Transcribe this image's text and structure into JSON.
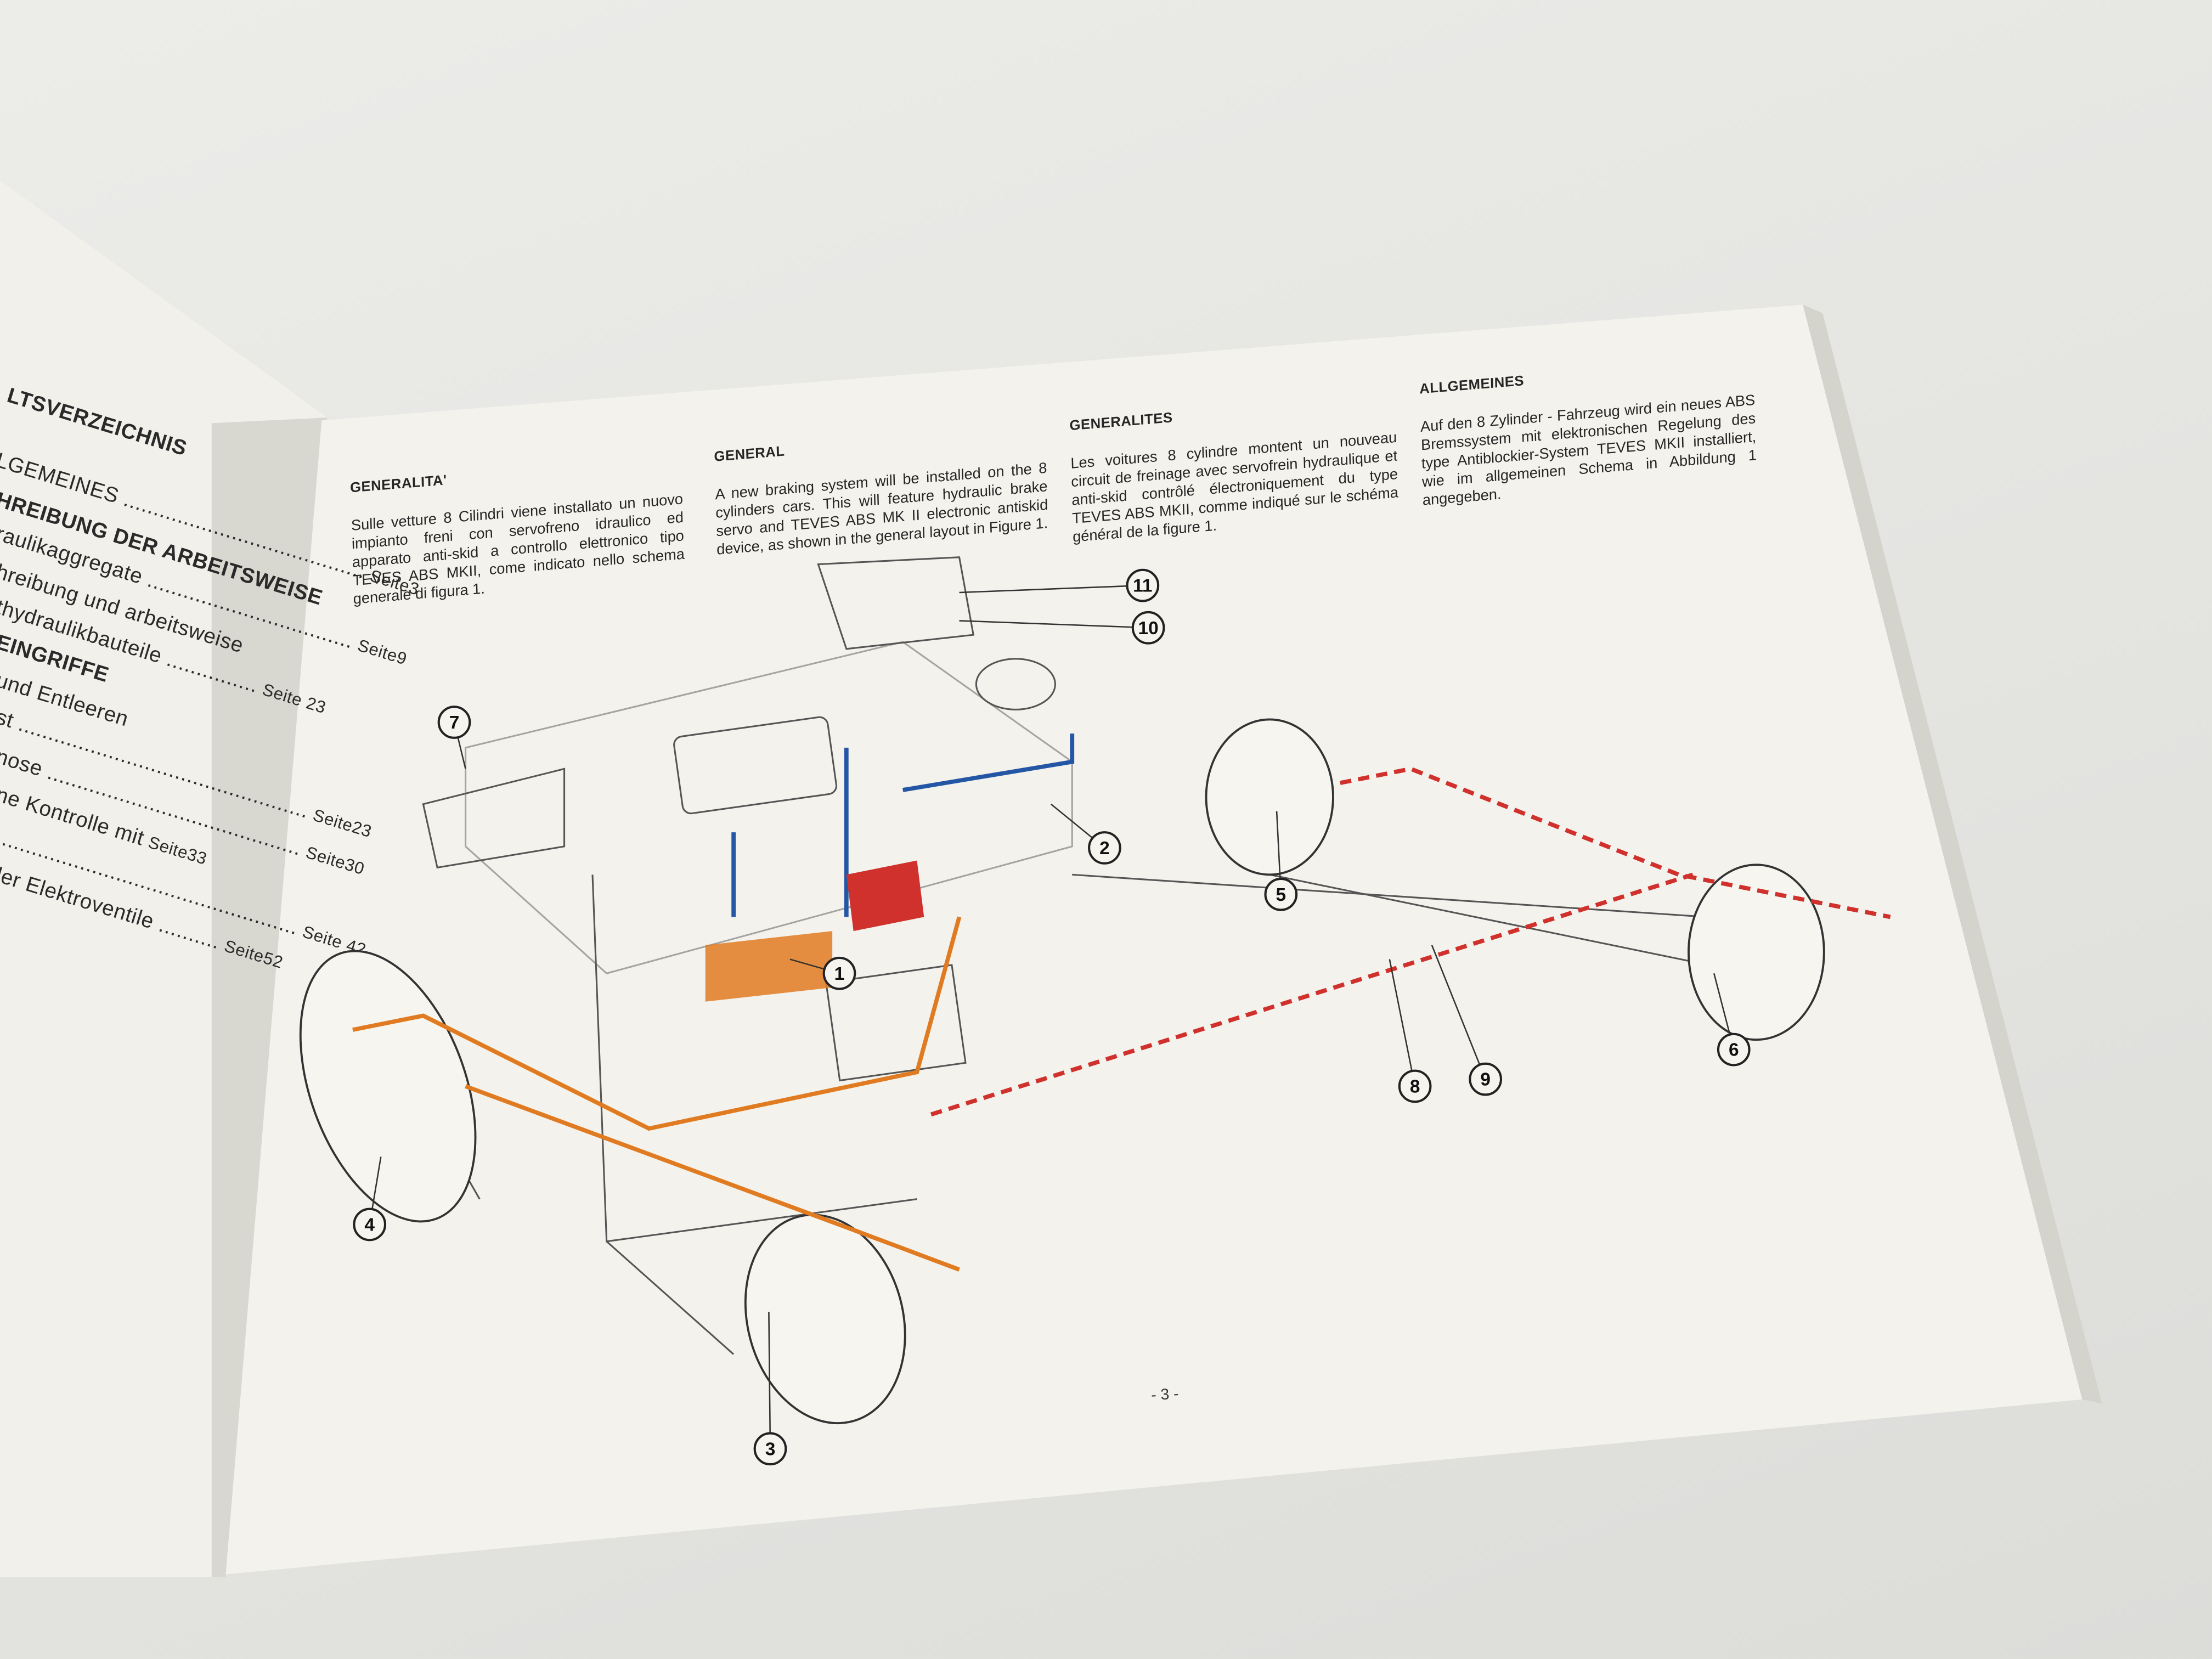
{
  "left_page": {
    "toc_title": "LTSVERZEICHNIS",
    "entries": [
      {
        "text": "LGEMEINES ........................................",
        "page": "Seite3",
        "bold": false
      },
      {
        "text": "HREIBUNG DER ARBEITSWEISE",
        "page": "",
        "bold": true
      },
      {
        "text": "raulikaggregate ..................................",
        "page": "Seite9",
        "bold": false
      },
      {
        "text": "hreibung und arbeitsweise",
        "page": "",
        "bold": false
      },
      {
        "text": "thydraulikbauteile ...............",
        "page": "Seite 23",
        "bold": false
      },
      {
        "text": "EINGRIFFE",
        "page": "",
        "bold": true
      },
      {
        "text": "und Entleeren",
        "page": "",
        "bold": false
      },
      {
        "text": "st ................................................",
        "page": "Seite23",
        "bold": false
      },
      {
        "text": "nose ..........................................",
        "page": "Seite30",
        "bold": false
      },
      {
        "text": "ne Kontrolle mit",
        "page": "Seite33",
        "bold": false
      },
      {
        "text": "..................................................",
        "page": "Seite 42",
        "bold": false
      },
      {
        "text": "ler Elektroventile ..........",
        "page": "Seite52",
        "bold": false
      }
    ]
  },
  "right_page": {
    "columns": [
      {
        "heading": "GENERALITA'",
        "body": "Sulle vetture 8 Cilindri viene installato un nuovo impianto freni con servofreno idraulico ed apparato anti-skid a controllo elettronico tipo TEVES ABS MKII, come indicato nello schema generale di figura 1."
      },
      {
        "heading": "GENERAL",
        "body": "A new braking system will be installed on the 8 cylinders cars. This will feature hydraulic brake servo and TEVES ABS MK II electronic antiskid device, as shown in the general layout in Figure 1."
      },
      {
        "heading": "GENERALITES",
        "body": "Les voitures 8 cylindre montent un nouveau circuit de freinage avec servofrein hydraulique et anti-skid contrôlé électroniquement du type TEVES ABS MKII, comme indiqué sur le schéma général de la figure 1."
      },
      {
        "heading": "ALLGEMEINES",
        "body": "Auf den 8 Zylinder - Fahrzeug wird ein neues ABS Bremssystem mit elektronischen Regelung des type Antiblockier-System TEVES MKII installiert, wie im allgemeinen Schema in Abbildung 1 angegeben."
      }
    ],
    "diagram": {
      "callouts": [
        "1",
        "2",
        "3",
        "4",
        "5",
        "6",
        "7",
        "8",
        "9",
        "10",
        "11"
      ],
      "colors": {
        "red": "#d0312d",
        "blue": "#2456a6",
        "orange": "#e07b22",
        "line": "#3a3a3a"
      }
    },
    "page_number": "- 3 -"
  }
}
